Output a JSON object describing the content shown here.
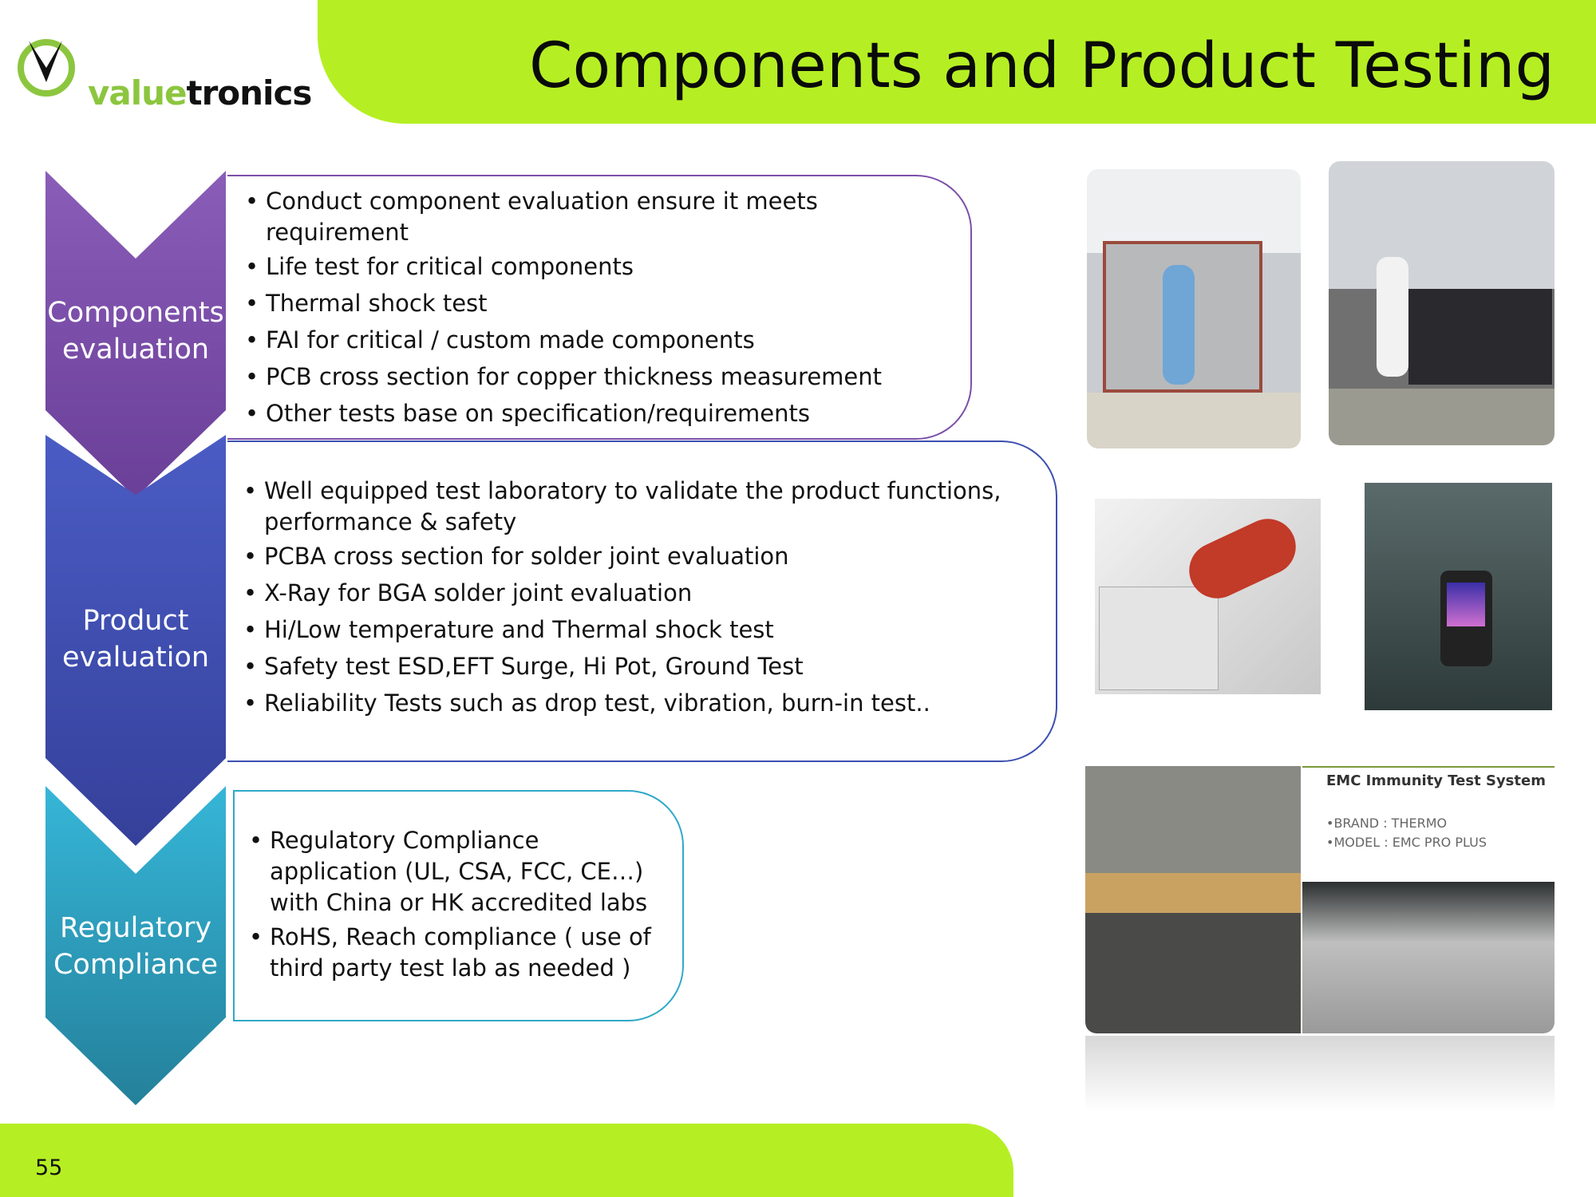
{
  "header": {
    "title": "Components and Product Testing"
  },
  "logo": {
    "text_green": "value",
    "text_dark": "tronics"
  },
  "sections": [
    {
      "label_line1": "Components",
      "label_line2": "evaluation",
      "color": "#7b4fa8",
      "items": [
        "Conduct component evaluation ensure it meets requirement",
        "Life test for critical components",
        "Thermal shock test",
        "FAI for critical / custom made components",
        "PCB cross section for copper thickness measurement",
        "Other tests base on specification/requirements"
      ]
    },
    {
      "label_line1": "Product",
      "label_line2": "evaluation",
      "color": "#3d4fb0",
      "items": [
        "Well equipped  test laboratory to validate the product functions, performance & safety",
        "PCBA cross section for solder joint evaluation",
        "X-Ray for BGA solder joint evaluation",
        "Hi/Low temperature and Thermal shock test",
        "Safety test ESD,EFT Surge, Hi Pot, Ground Test",
        "Reliability Tests such as drop test, vibration, burn-in test.."
      ]
    },
    {
      "label_line1": "Regulatory",
      "label_line2": "Compliance",
      "color": "#2fa9c9",
      "items": [
        "Regulatory Compliance application (UL, CSA, FCC, CE…) with  China or HK accredited labs",
        "RoHS, Reach  compliance ( use of third party test lab as needed )"
      ]
    }
  ],
  "emc": {
    "title": "EMC Immunity Test System",
    "brand": "•BRAND : THERMO",
    "model": "•MODEL : EMC  PRO  PLUS"
  },
  "footer": {
    "page_number": "55"
  }
}
